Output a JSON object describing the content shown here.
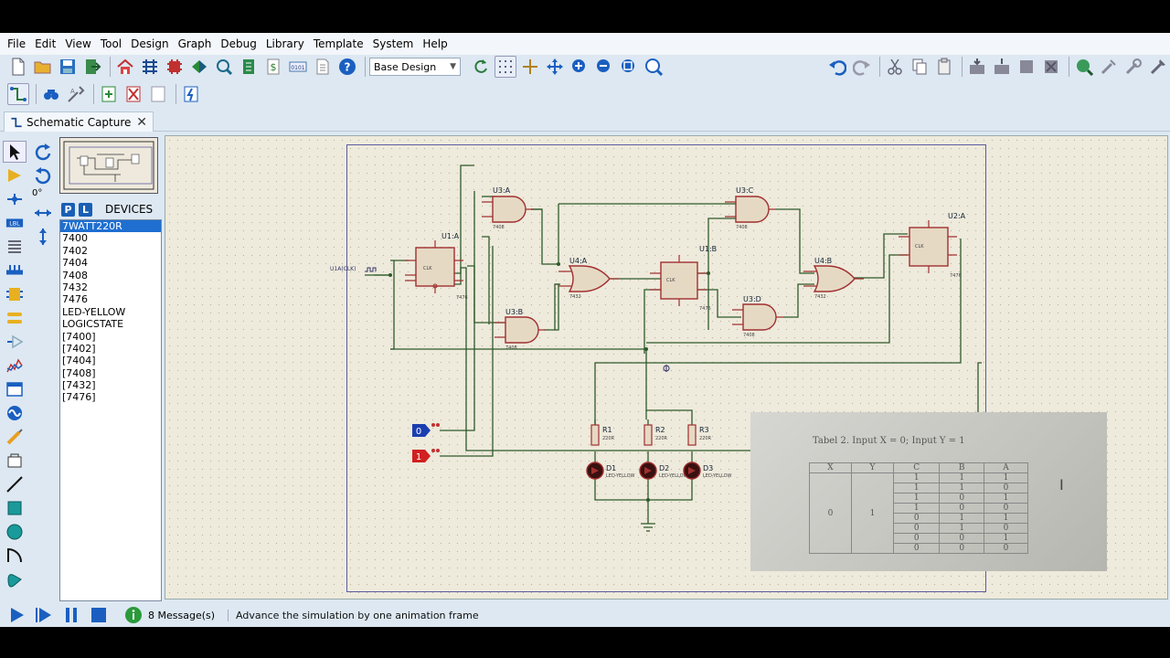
{
  "menu": [
    "File",
    "Edit",
    "View",
    "Tool",
    "Design",
    "Graph",
    "Debug",
    "Library",
    "Template",
    "System",
    "Help"
  ],
  "toolbar": {
    "design_select": "Base Design"
  },
  "tab": {
    "label": "Schematic Capture"
  },
  "rotation": {
    "angle": "0°"
  },
  "devices": {
    "P_label": "P",
    "L_label": "L",
    "header": "DEVICES",
    "items": [
      "7WATT220R",
      "7400",
      "7402",
      "7404",
      "7408",
      "7432",
      "7476",
      "LED-YELLOW",
      "LOGICSTATE",
      "[7400]",
      "[7402]",
      "[7404]",
      "[7408]",
      "[7432]",
      "[7476]"
    ],
    "selected_index": 0
  },
  "schematic": {
    "components": {
      "u1a": "U1:A",
      "u1b": "U1:B",
      "u2a": "U2:A",
      "u3a": "U3:A",
      "u3b": "U3:B",
      "u3c": "U3:C",
      "u3d": "U3:D",
      "u4a": "U4:A",
      "u4b": "U4:B",
      "r1": "R1",
      "r2": "R2",
      "r3": "R3",
      "d1": "D1",
      "d2": "D2",
      "d3": "D3",
      "part_7408": "7408",
      "part_7432": "7432",
      "part_7476": "7476",
      "res_val": "220R",
      "led_val": "LED-YELLOW",
      "clk": "CLK",
      "clock_src": "U1A(CLK)"
    },
    "logic_state_x": "0",
    "logic_state_y": "1"
  },
  "photo": {
    "caption": "Tabel 2. Input X = 0; Input Y = 1",
    "headers": [
      "X",
      "Y",
      "C",
      "B",
      "A"
    ],
    "x": "0",
    "y": "1",
    "rows": [
      [
        "1",
        "1",
        "1"
      ],
      [
        "1",
        "1",
        "0"
      ],
      [
        "1",
        "0",
        "1"
      ],
      [
        "1",
        "0",
        "0"
      ],
      [
        "0",
        "1",
        "1"
      ],
      [
        "0",
        "1",
        "0"
      ],
      [
        "0",
        "0",
        "1"
      ],
      [
        "0",
        "0",
        "0"
      ]
    ]
  },
  "status": {
    "message_count": "8 Message(s)",
    "message": "Advance the simulation by one animation frame"
  },
  "colors": {
    "wire": "#2e5a2a",
    "chip": "#e6d9c4",
    "chip_border": "#a03030",
    "logic0": "#1a3fb0",
    "logic1": "#d02020",
    "selection": "#1e6fd0"
  }
}
